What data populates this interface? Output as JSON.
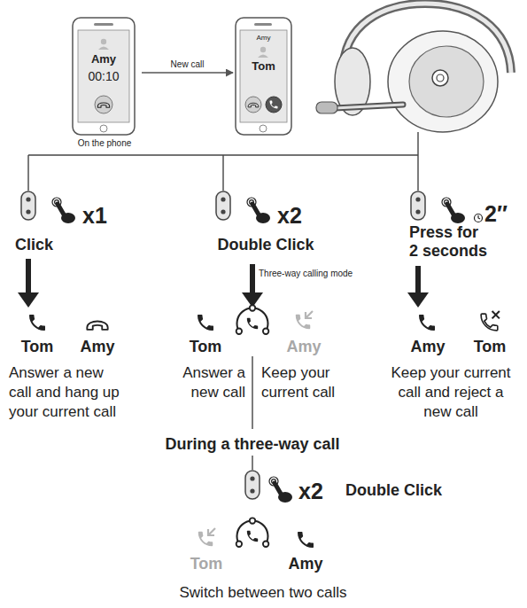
{
  "diagram": {
    "nodes": [
      {
        "text": [
          "Amy",
          "00:10"
        ]
      },
      {
        "text": [
          "Amy",
          "Tom"
        ]
      }
    ],
    "edges": [
      {
        "from": 0,
        "to": 1,
        "arrow": "to",
        "label": "New call"
      }
    ],
    "labels": [
      "On the phone",
      "x1",
      "Click",
      "x2",
      "Double Click",
      "2″",
      "Press for 2 seconds",
      "Three-way calling mode",
      "Tom",
      "Amy",
      "Answer a new call and hang up your current call",
      "Tom",
      "Amy",
      "Answer a new call",
      "Keep your current call",
      "Amy",
      "Tom",
      "Keep your current call and reject a new call",
      "During a three-way call",
      "x2",
      "Double Click",
      "Tom",
      "Amy",
      "Switch between two calls"
    ]
  }
}
